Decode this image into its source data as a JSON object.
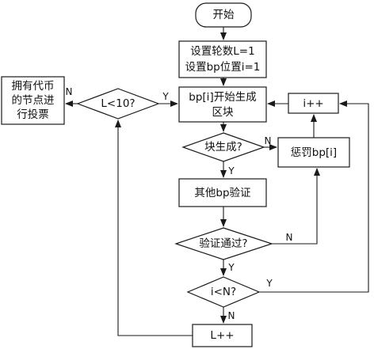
{
  "nodes": {
    "start": "开始",
    "init_line1": "设置轮数L=1",
    "init_line2": "设置bp位置i=1",
    "generate_line1": "bp[i]开始生成",
    "generate_line2": "区块",
    "block_generated": "块生成?",
    "penalize": "惩罚bp[i]",
    "increment_i": "i++",
    "other_verify": "其他bp验证",
    "verify_passed": "验证通过?",
    "i_lt_n": "i<N?",
    "increment_l": "L++",
    "l_lt_10": "L<10?",
    "vote_line1": "拥有代币",
    "vote_line2": "的节点进",
    "vote_line3": "行投票"
  },
  "edge_labels": {
    "l10_yes": "Y",
    "l10_no": "N",
    "block_yes": "Y",
    "block_no": "N",
    "verify_yes": "Y",
    "verify_no": "N",
    "iN_yes": "Y",
    "iN_no": "N"
  },
  "colors": {
    "stroke": "#1a1a1a",
    "fill": "#ffffff",
    "text": "#111111"
  }
}
